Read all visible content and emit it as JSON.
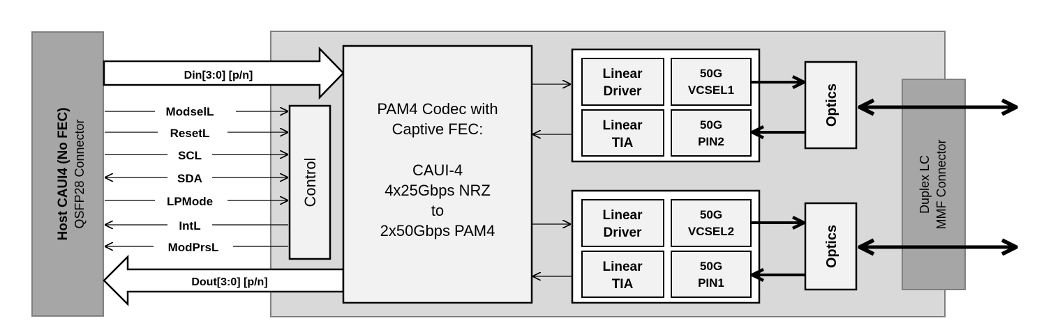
{
  "host": {
    "title": "Host CAUI4 (No FEC)",
    "subtitle": "QSFP28 Connector"
  },
  "signals": {
    "din": "Din[3:0] [p/n]",
    "dout": "Dout[3:0] [p/n]",
    "control_lines": [
      "ModselL",
      "ResetL",
      "SCL",
      "SDA",
      "LPMode",
      "IntL",
      "ModPrsL"
    ]
  },
  "control": {
    "label": "Control"
  },
  "codec": {
    "lines": [
      "PAM4 Codec with",
      "Captive FEC:",
      "",
      "CAUI-4",
      "4x25Gbps NRZ",
      "to",
      "2x50Gbps PAM4"
    ]
  },
  "lanes": [
    {
      "driver": [
        "Linear",
        "Driver"
      ],
      "vcsel": [
        "50G",
        "VCSEL1"
      ],
      "tia": [
        "Linear",
        "TIA"
      ],
      "pin": [
        "50G",
        "PIN2"
      ],
      "optics": "Optics"
    },
    {
      "driver": [
        "Linear",
        "Driver"
      ],
      "vcsel": [
        "50G",
        "VCSEL2"
      ],
      "tia": [
        "Linear",
        "TIA"
      ],
      "pin": [
        "50G",
        "PIN1"
      ],
      "optics": "Optics"
    }
  ],
  "lc_connector": {
    "line1": "Duplex LC",
    "line2": "MMF Connector"
  },
  "colors": {
    "host_fill": "#a6a6a6",
    "module_fill": "#d9d9d9",
    "block_fill": "#f2f2f2",
    "connector_fill": "#a6a6a6",
    "stroke": "#000000"
  }
}
